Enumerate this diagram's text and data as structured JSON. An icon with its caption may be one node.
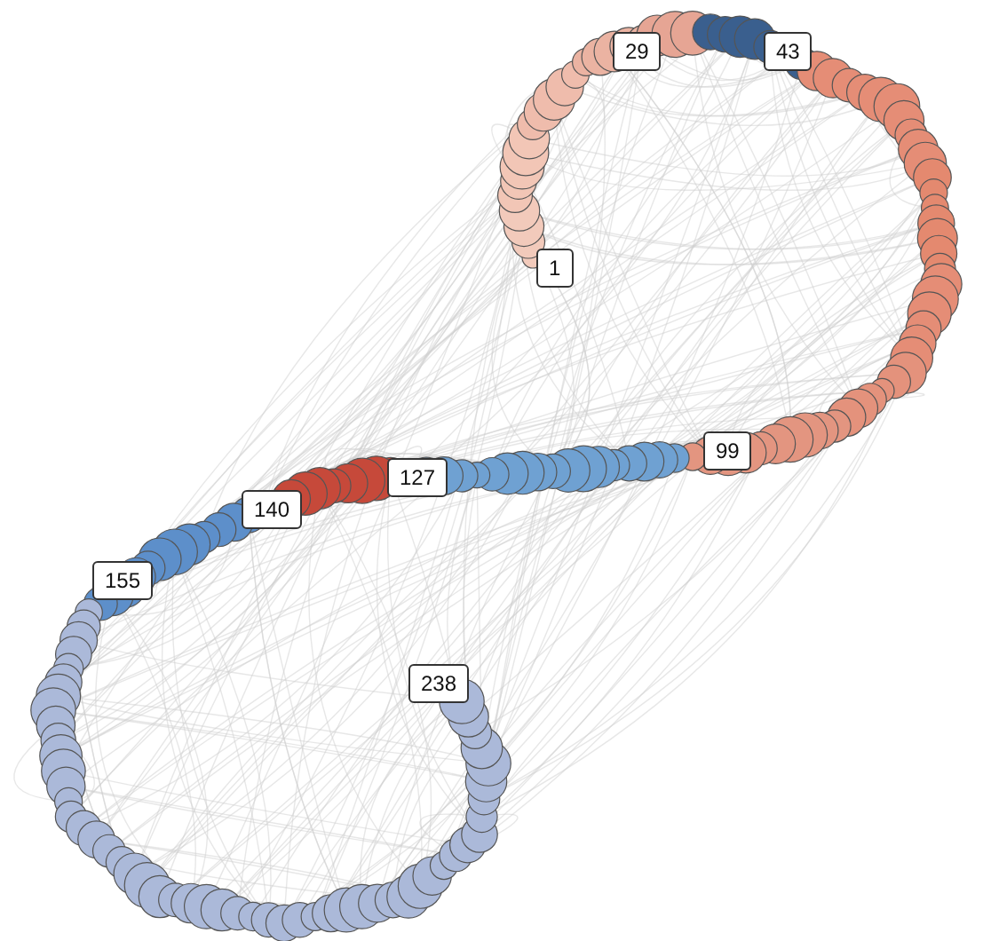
{
  "diagram": {
    "labels": [
      "29",
      "43",
      "1",
      "99",
      "127",
      "140",
      "155",
      "238"
    ]
  }
}
